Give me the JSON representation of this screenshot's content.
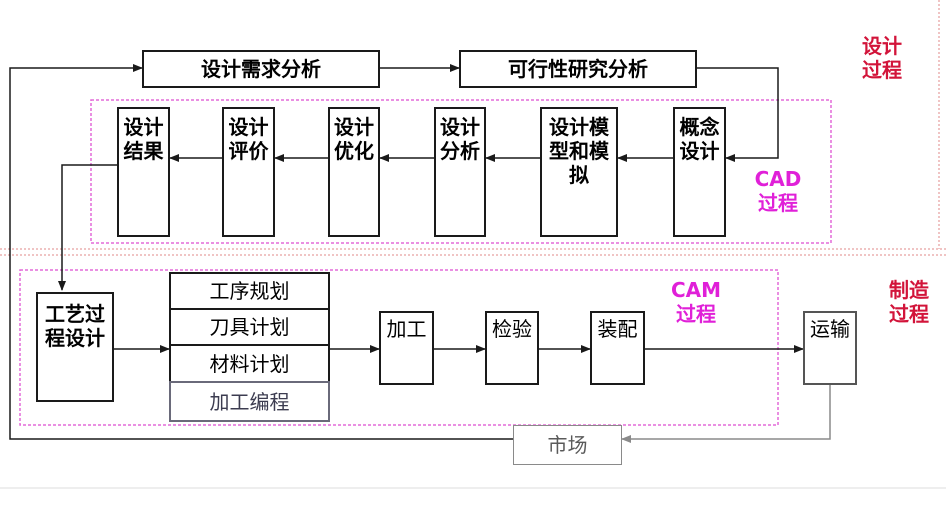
{
  "design_process": {
    "label": "设计过程",
    "top_row": {
      "requirement_analysis": "设计需求分析",
      "feasibility_analysis": "可行性研究分析"
    },
    "cad": {
      "label": "CAD过程",
      "steps": {
        "concept_design": "概念设计",
        "modeling_simulation": "设计模型和模拟",
        "design_analysis": "设计分析",
        "design_optimization": "设计优化",
        "design_evaluation": "设计评价",
        "design_result": "设计结果"
      }
    }
  },
  "manufacturing_process": {
    "label": "制造过程",
    "process_planning": "工艺过程设计",
    "cam": {
      "label": "CAM过程",
      "plans": [
        "工序规划",
        "刀具计划",
        "材料计划",
        "加工编程"
      ],
      "machining": "加工",
      "inspection": "检验",
      "assembly": "装配"
    },
    "transport": "运输"
  },
  "market": "市场",
  "colors": {
    "line": "#1a1a1a",
    "cad_frame": "#e46ad8",
    "section_divider": "#e08a8a",
    "label_red": "#d2143a",
    "label_pink": "#e020d8",
    "market_box": "#8a8a8a"
  }
}
